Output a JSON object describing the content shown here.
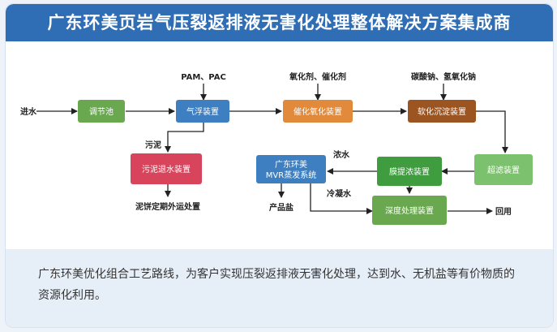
{
  "title": "广东环美页岩气压裂返排液无害化处理整体解决方案集成商",
  "diagram": {
    "inlet": "进水",
    "nodes": {
      "tank": "调节池",
      "flotation": "气浮装置",
      "oxidation": "催化氧化装置",
      "softening": "软化沉淀装置",
      "sludge": "污泥退水装置",
      "mvr_line1": "广东环美",
      "mvr_line2": "MVR蒸发系统",
      "membrane": "膜提浓装置",
      "ultrafilter": "超滤装置",
      "deep": "深度处理装置"
    },
    "labels": {
      "pam": "PAM、PAC",
      "oxidant": "氧化剂、催化剂",
      "carbonate": "碳酸钠、氢氧化钠",
      "sludge_label": "污泥",
      "cake": "泥饼定期外运处置",
      "conc": "浓水",
      "cond": "冷凝水",
      "salt": "产品盐",
      "reuse": "回用"
    },
    "colors": {
      "green": "#6aa84f",
      "blue": "#3d7fc1",
      "orange": "#e28a3b",
      "brown": "#9c5420",
      "red": "#d8445c",
      "dark_green": "#3f9c3f",
      "light_green": "#7cc16d"
    }
  },
  "footer": {
    "text": "广东环美优化组合工艺路线，为客户实现压裂返排液无害化处理，达到水、无机盐等有价物质的资源化利用。"
  }
}
